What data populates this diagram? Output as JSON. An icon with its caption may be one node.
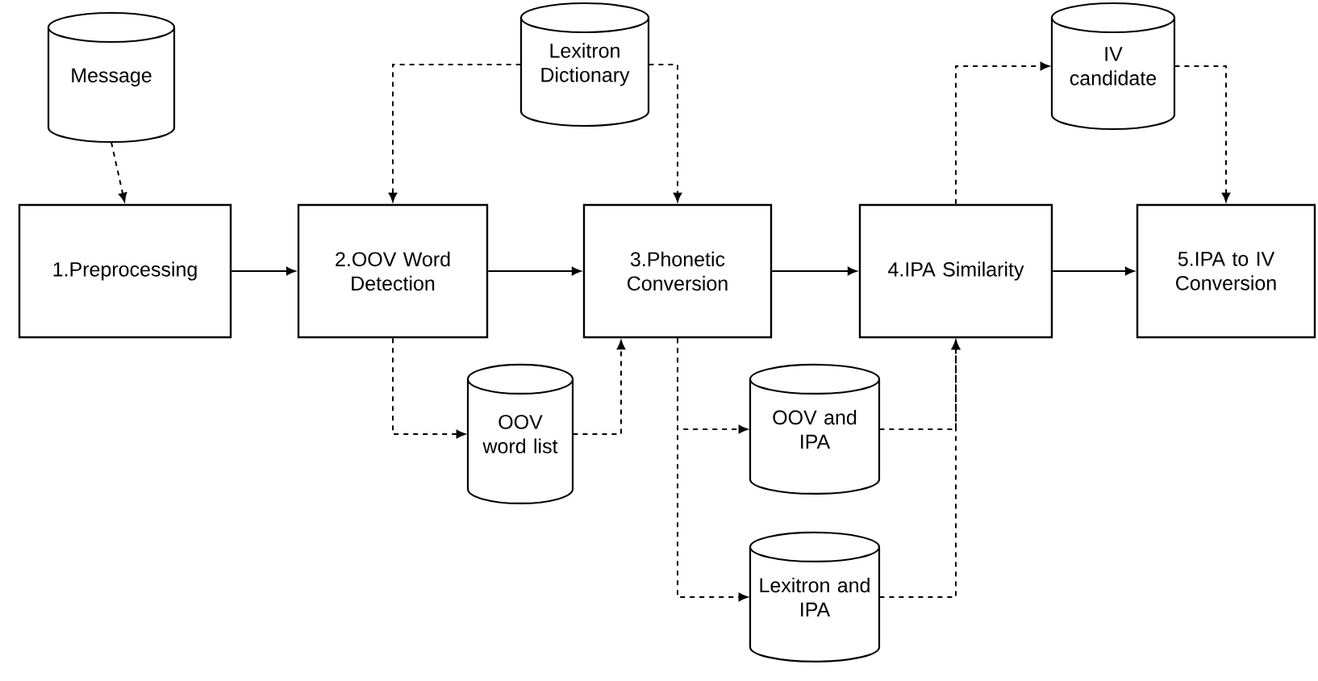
{
  "diagram": {
    "nodes": [
      {
        "text": [
          "Message"
        ]
      },
      {
        "text": [
          "1.Preprocessing"
        ]
      },
      {
        "text": [
          "2.OOV Word Detection"
        ]
      },
      {
        "text": [
          "Lexitron Dictionary"
        ]
      },
      {
        "text": [
          "3.Phonetic Conversion"
        ]
      },
      {
        "text": [
          "OOV word list"
        ]
      },
      {
        "text": [
          "4.IPA Similarity"
        ]
      },
      {
        "text": [
          "IV candidate"
        ]
      },
      {
        "text": [
          "5.IPA to IV Conversion"
        ]
      },
      {
        "text": [
          "OOV and IPA"
        ]
      },
      {
        "text": [
          "Lexitron and IPA"
        ]
      }
    ],
    "edges": [
      {
        "from": 0,
        "to": 1,
        "arrow": "to",
        "style": "dashed"
      },
      {
        "from": 1,
        "to": 2,
        "arrow": "to"
      },
      {
        "from": 3,
        "to": 2,
        "arrow": "to",
        "style": "dashed"
      },
      {
        "from": 3,
        "to": 4,
        "arrow": "to",
        "style": "dashed"
      },
      {
        "from": 2,
        "to": 4,
        "arrow": "to"
      },
      {
        "from": 2,
        "to": 5,
        "arrow": "to",
        "style": "dashed"
      },
      {
        "from": 5,
        "to": 4,
        "arrow": "to",
        "style": "dashed"
      },
      {
        "from": 4,
        "to": 6,
        "arrow": "to"
      },
      {
        "from": 4,
        "to": 9,
        "arrow": "to",
        "style": "dashed"
      },
      {
        "from": 4,
        "to": 10,
        "arrow": "to",
        "style": "dashed"
      },
      {
        "from": 9,
        "to": 6,
        "arrow": "to",
        "style": "dashed"
      },
      {
        "from": 10,
        "to": 6,
        "arrow": "to",
        "style": "dashed"
      },
      {
        "from": 6,
        "to": 7,
        "arrow": "to",
        "style": "dashed"
      },
      {
        "from": 6,
        "to": 8,
        "arrow": "to"
      },
      {
        "from": 7,
        "to": 8,
        "arrow": "to",
        "style": "dashed"
      }
    ]
  }
}
